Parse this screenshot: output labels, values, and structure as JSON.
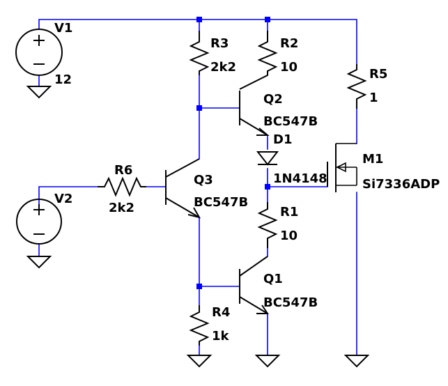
{
  "components": {
    "v1": {
      "name": "V1",
      "value": "12"
    },
    "v2": {
      "name": "V2",
      "value": ""
    },
    "r1": {
      "name": "R1",
      "value": "10"
    },
    "r2": {
      "name": "R2",
      "value": "10"
    },
    "r3": {
      "name": "R3",
      "value": "2k2"
    },
    "r4": {
      "name": "R4",
      "value": "1k"
    },
    "r5": {
      "name": "R5",
      "value": "1"
    },
    "r6": {
      "name": "R6",
      "value": "2k2"
    },
    "q1": {
      "name": "Q1",
      "value": "BC547B"
    },
    "q2": {
      "name": "Q2",
      "value": "BC547B"
    },
    "q3": {
      "name": "Q3",
      "value": "BC547B"
    },
    "d1": {
      "name": "D1",
      "value": "1N4148"
    },
    "m1": {
      "name": "M1",
      "value": "Si7336ADP"
    }
  },
  "colors": {
    "wire": "#0000ff",
    "component": "#000000",
    "junction": "#0000ff",
    "background": "#ffffff"
  }
}
